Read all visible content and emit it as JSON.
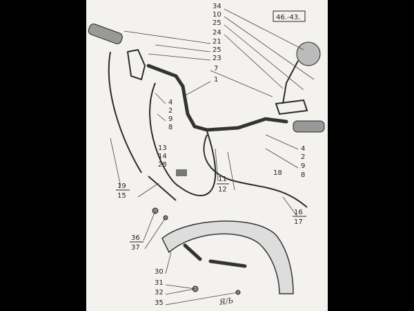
{
  "sheet_code": "46.-43.",
  "callouts": {
    "top": [
      "34",
      "10",
      "25",
      "24",
      "21",
      "25",
      "23",
      "7",
      "1"
    ],
    "left_group": [
      "4",
      "2",
      "9",
      "8"
    ],
    "right_group": [
      "4",
      "2",
      "9",
      "8"
    ],
    "switch_group": [
      "13",
      "14",
      "28"
    ],
    "left_cable": [
      "19",
      "15"
    ],
    "center_cable": [
      "11",
      "12"
    ],
    "right_single": "18",
    "right_cable": [
      "16",
      "17"
    ],
    "fender_top": [
      "36",
      "37"
    ],
    "fender_bottom": [
      "30",
      "31",
      "32",
      "35"
    ]
  },
  "handwritten_mark": "Я/Ь"
}
